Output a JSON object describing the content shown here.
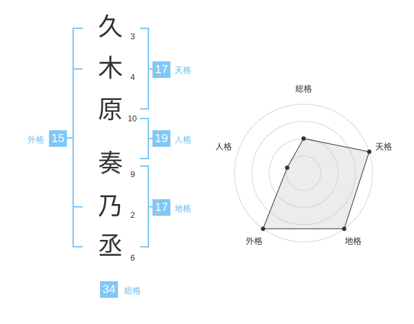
{
  "surname": [
    {
      "char": "久",
      "strokes": "3"
    },
    {
      "char": "木",
      "strokes": "4"
    },
    {
      "char": "原",
      "strokes": "10"
    }
  ],
  "given_name": [
    {
      "char": "奏",
      "strokes": "9"
    },
    {
      "char": "乃",
      "strokes": "2"
    },
    {
      "char": "丞",
      "strokes": "6"
    }
  ],
  "kaku": {
    "tenkaku": {
      "value": "17",
      "label": "天格"
    },
    "jinkaku": {
      "value": "19",
      "label": "人格"
    },
    "chikaku": {
      "value": "17",
      "label": "地格"
    },
    "gaikaku": {
      "value": "15",
      "label": "外格"
    },
    "soukaku": {
      "value": "34",
      "label": "総格"
    }
  },
  "colors": {
    "accent": "#80c8f5",
    "accent_text": "#6cbff0",
    "text": "#333333"
  },
  "chart_data": {
    "type": "radar",
    "axes": [
      "総格",
      "天格",
      "地格",
      "外格",
      "人格"
    ],
    "levels": 4,
    "max": 4,
    "values": [
      2,
      4,
      4,
      4,
      1
    ],
    "grid": true
  }
}
